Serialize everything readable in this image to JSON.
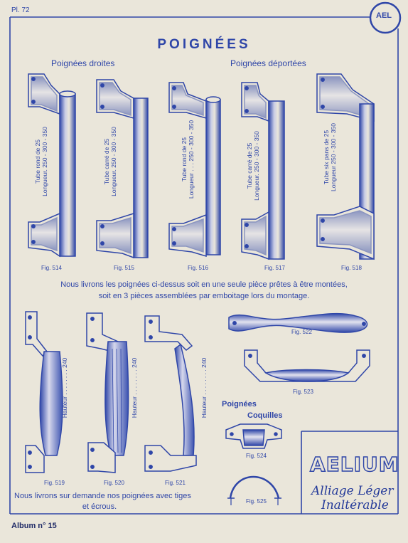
{
  "plate": "Pl. 72",
  "logo": "AEL",
  "title": "POIGNÉES",
  "subtitles": {
    "left": "Poignées droites",
    "right": "Poignées déportées"
  },
  "handles_top": [
    {
      "fig": "Fig. 514",
      "line1": "Tube rond de 25",
      "line2": "Longueur. 250 - 300 - 350"
    },
    {
      "fig": "Fig. 515",
      "line1": "Tube carré de 25",
      "line2": "Longueur. 250 - 300 - 350"
    },
    {
      "fig": "Fig. 516",
      "line1": "Tube rond de 25",
      "line2": "Longueur . . . 250 - 300 - 350"
    },
    {
      "fig": "Fig. 517",
      "line1": "Tube carré de 25",
      "line2": "Longueur. 250 - 300 - 350"
    },
    {
      "fig": "Fig. 518",
      "line1": "Tube six pans de 25",
      "line2": "Longueur 250 - 300 - 350"
    }
  ],
  "note_top": [
    "Nous livrons les poignées ci-dessus soit en une seule pièce prêtes à être montées,",
    "soit en 3 pièces assemblées par emboitage lors du montage."
  ],
  "handles_bottom": [
    {
      "fig": "Fig. 519",
      "label": "Hauteur . . . . . . . . 240"
    },
    {
      "fig": "Fig. 520",
      "label": "Hauteur . . . . . . . . 240"
    },
    {
      "fig": "Fig. 521",
      "label": "Hauteur . . . . . . . . 240"
    }
  ],
  "figs_right": {
    "f522": "Fig. 522",
    "f523": "Fig. 523",
    "f524": "Fig. 524",
    "f525": "Fig. 525"
  },
  "coquilles": {
    "line1": "Poignées",
    "line2": "Coquilles"
  },
  "note_bottom": [
    "Nous livrons sur demande nos poignées avec tiges",
    "et écrous."
  ],
  "brand": {
    "name": "AELIUM",
    "line1": "Alliage Léger",
    "line2": "Inaltérable"
  },
  "album": "Album n° 15"
}
